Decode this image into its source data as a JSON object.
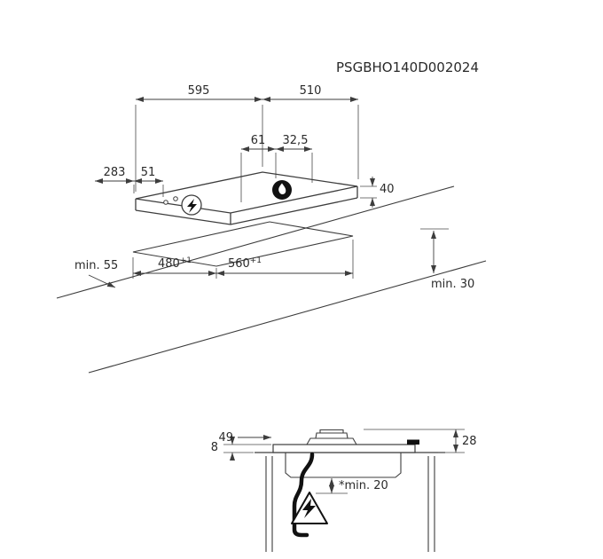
{
  "doc": {
    "part_number": "PSGBHO140D002024"
  },
  "colors": {
    "line": "#3d3d3d",
    "text": "#2a2a2a",
    "dark_fill": "#111111",
    "background": "#ffffff"
  },
  "top_view": {
    "dim_width": "595",
    "dim_depth": "510",
    "dim_burner_a": "61",
    "dim_burner_b": "32,5",
    "dim_left_a": "283",
    "dim_left_b": "51",
    "dim_thickness": "40"
  },
  "cutout": {
    "dim_depth": "480",
    "dim_depth_sup": "+1",
    "dim_width": "560",
    "dim_width_sup": "+1",
    "clearance_front": "min. 55",
    "clearance_right": "min. 30"
  },
  "section": {
    "dim_glass_height": "8",
    "dim_left": "49",
    "dim_height_right": "28",
    "clearance_bottom": "*min. 20"
  },
  "icons": {
    "knob": "lightning-icon",
    "burner": "flame-icon",
    "warning": "warning-lightning-triangle-icon"
  }
}
